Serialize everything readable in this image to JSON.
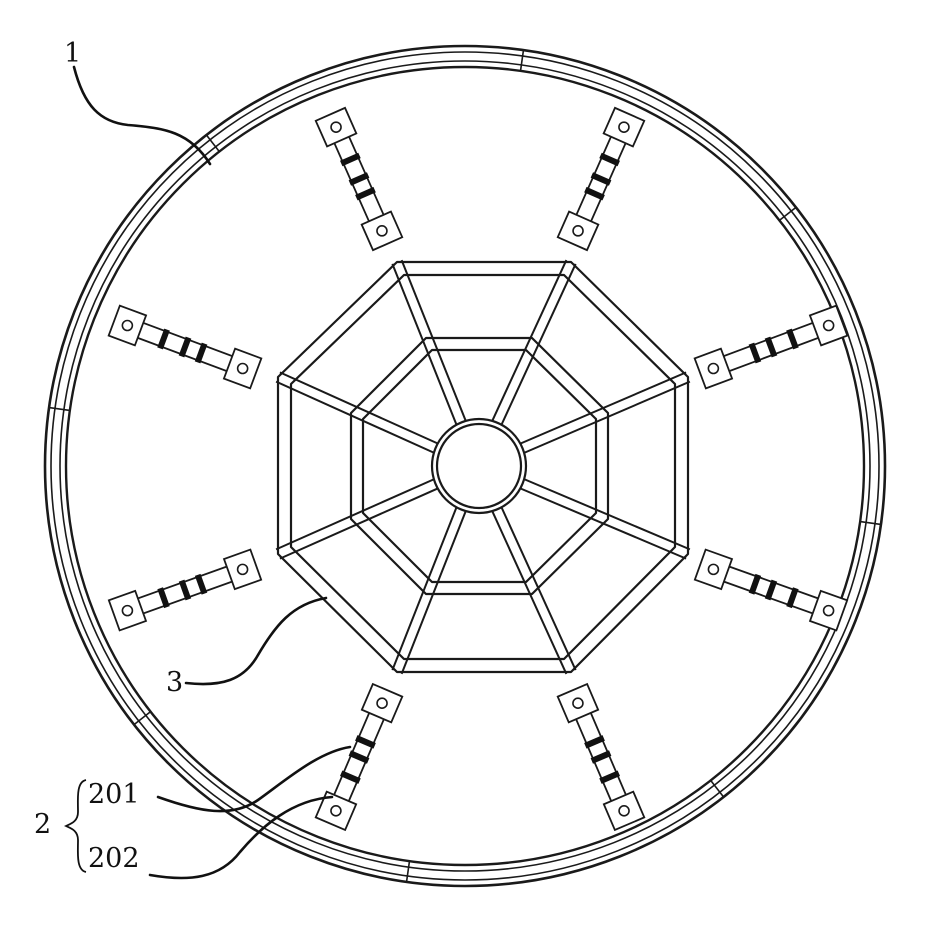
{
  "labels": {
    "outer_ring": "1",
    "support_assembly": "2",
    "strut": "201",
    "base": "202",
    "center_frame": "3"
  }
}
